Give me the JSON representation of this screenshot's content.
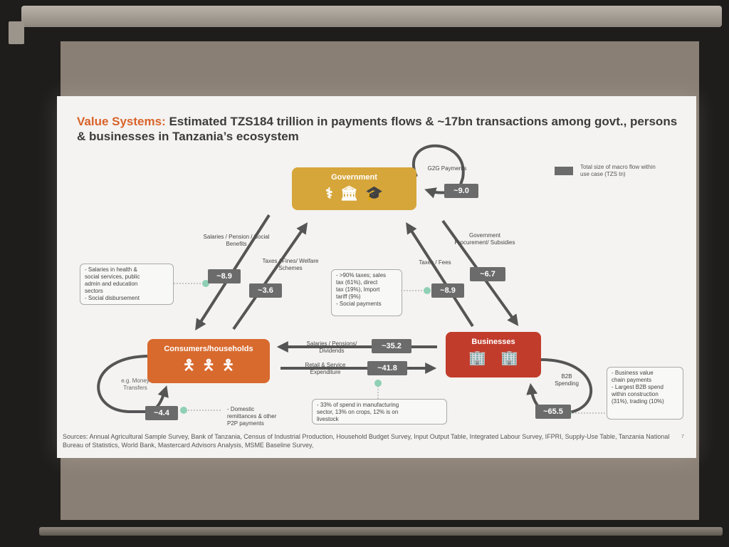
{
  "slide": {
    "title_accent": "Value Systems:",
    "title_rest": " Estimated TZS184 trillion in payments flows & ~17bn transactions among govt., persons & businesses in Tanzania’s ecosystem",
    "legend_text": "Total size of macro flow within use case (TZS tn)",
    "page_number": "7",
    "sources": "Sources: Annual Agricultural Sample Survey, Bank of Tanzania, Census of Industrial Production,  Household Budget Survey, Input Output Table, Integrated Labour Survey, IFPRI, Supply-Use Table, Tanzania National Bureau of Statistics, World Bank,  Mastercard Advisors Analysis, MSME Baseline Survey,"
  },
  "nodes": {
    "government": "Government",
    "consumers": "Consumers/households",
    "businesses": "Businesses"
  },
  "flows": {
    "g2g": {
      "label": "G2G Payments",
      "value": "~9.0"
    },
    "salaries_pension": {
      "label": "Salaries / Pension / Social Benefits",
      "value": "~8.9"
    },
    "taxes_fines": {
      "label": "Taxes / Fines/ Welfare Schemes",
      "value": "~3.6"
    },
    "taxes_fees": {
      "label": "Taxes  / Fees",
      "value": "~8.9"
    },
    "gov_procurement": {
      "label": "Government Procurement/ Subsidies",
      "value": "~6.7"
    },
    "salaries_dividends": {
      "label": "Salaries / Pensions/ Dividends",
      "value": "~35.2"
    },
    "retail": {
      "label": "Retail & Service Expenditure",
      "value": "~41.8"
    },
    "money_transfers": {
      "label": "e.g. Money Transfers",
      "value": "~4.4"
    },
    "b2b": {
      "label": "B2B Spending",
      "value": "~65.5"
    }
  },
  "notes": {
    "salaries_note": [
      "- Salaries in health &",
      "social services, public",
      "admin and education",
      "sectors",
      "- Social disbursement"
    ],
    "taxes_note": [
      "- >90% taxes; sales",
      "tax (61%), direct",
      "tax (19%),  Import",
      "tariff (9%)",
      "- Social payments"
    ],
    "retail_note": [
      "- 33% of spend in manufacturing",
      "sector, 13% on crops, 12% is on",
      "livestock"
    ],
    "remittance_note": [
      "- Domestic",
      "remittances & other",
      "P2P payments"
    ],
    "b2b_note": [
      "- Business value",
      "chain payments",
      "- Largest B2B spend",
      "within construction",
      "(31%), trading (10%)"
    ]
  },
  "colors": {
    "government": "#d6a63a",
    "consumers": "#d86a2e",
    "businesses": "#c23c2c",
    "accent": "#d9632a",
    "value_pill": "#6b6b6b",
    "note_dot": "#8fd0b4"
  },
  "icons": {
    "government": [
      "caduceus-icon",
      "government-building-icon",
      "graduation-cap-icon"
    ],
    "consumers": [
      "person-icon",
      "person-icon",
      "person-icon"
    ],
    "businesses": [
      "office-building-icon",
      "office-building-icon"
    ]
  }
}
